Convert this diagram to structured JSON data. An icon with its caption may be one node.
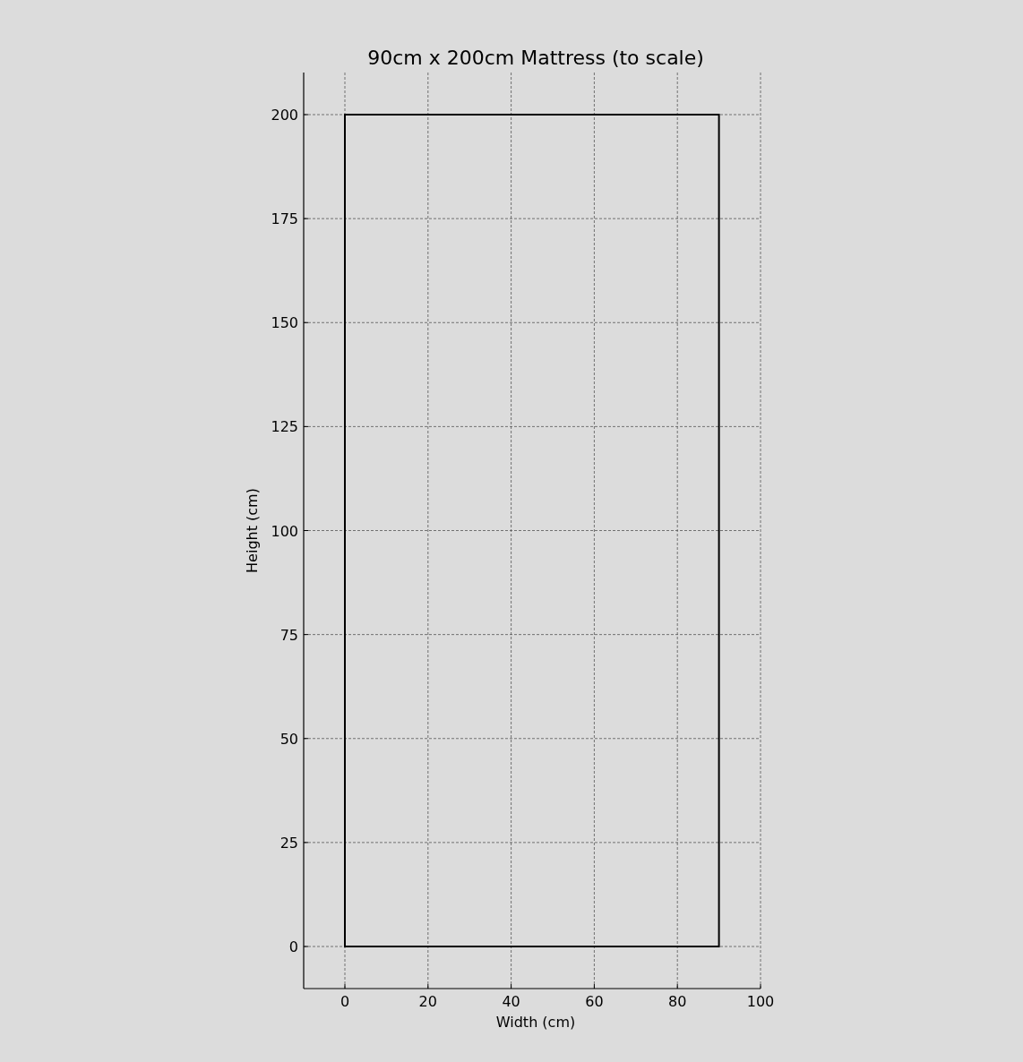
{
  "diagram": {
    "title": "90cm x 200cm Mattress (to scale)",
    "nodes": [
      {
        "text": [],
        "shape": "box"
      }
    ],
    "labels": [
      "200",
      "175",
      "150",
      "125",
      "100",
      "75",
      "50",
      "25",
      "0",
      "Height (cm)",
      "0",
      "20",
      "40",
      "60",
      "80",
      "100",
      "Width (cm)"
    ]
  }
}
